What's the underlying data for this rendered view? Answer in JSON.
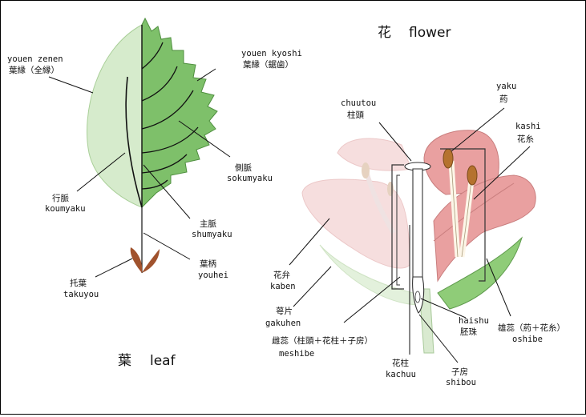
{
  "titles": {
    "leaf_kanji": "葉",
    "leaf_en": "leaf",
    "flower_kanji": "花",
    "flower_en": "flower"
  },
  "leaf_labels": {
    "youen_zenen_romaji": "youen  zenen",
    "youen_zenen_kanji": "葉縁（全縁）",
    "youen_kyoshi_romaji": "youen kyoshi",
    "youen_kyoshi_kanji": "葉縁（鋸歯）",
    "sokumyaku_kanji": "側脈",
    "sokumyaku_romaji": "sokumyaku",
    "koumyaku_kanji": "行脈",
    "koumyaku_romaji": "koumyaku",
    "shumyaku_kanji": "主脈",
    "shumyaku_romaji": "shumyaku",
    "youhei_kanji": "葉柄",
    "youhei_romaji": "youhei",
    "takuyou_kanji": "托葉",
    "takuyou_romaji": "takuyou"
  },
  "flower_labels": {
    "chuutou_romaji": "chuutou",
    "chuutou_kanji": "柱頭",
    "yaku_romaji": "yaku",
    "yaku_kanji": "葯",
    "kashi_romaji": "kashi",
    "kashi_kanji": "花糸",
    "kaben_kanji": "花弁",
    "kaben_romaji": "kaben",
    "gakuhen_kanji": "萼片",
    "gakuhen_romaji": "gakuhen",
    "meshibe_kanji": "雌蕊（柱頭＋花柱＋子房）",
    "meshibe_romaji": "meshibe",
    "haishu_romaji": "haishu",
    "haishu_kanji": "胚珠",
    "oshibe_kanji": "雄蕊（葯＋花糸）",
    "oshibe_romaji": "oshibe",
    "kachuu_kanji": "花柱",
    "kachuu_romaji": "kachuu",
    "shibou_kanji": "子房",
    "shibou_romaji": "shibou"
  },
  "colors": {
    "leaf_light": "#d6ebcc",
    "leaf_dark": "#7ec06a",
    "petal_pink": "#e9a0a0",
    "petal_faded": "#f6dede",
    "sepal_green": "#8fcc78",
    "anther_brown": "#b5722e",
    "stipule_brown": "#a0522d"
  }
}
